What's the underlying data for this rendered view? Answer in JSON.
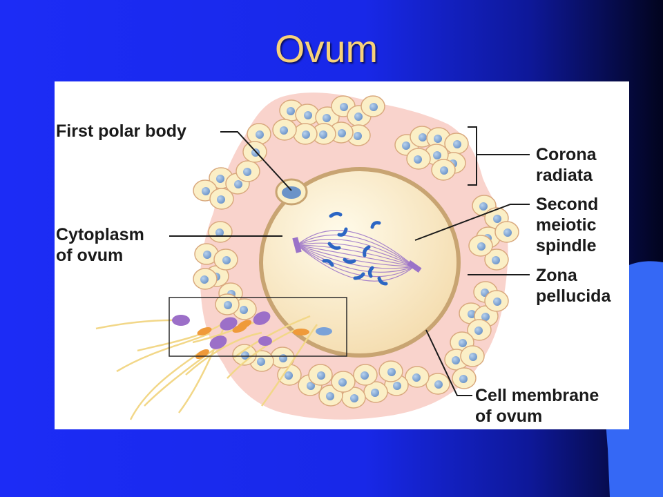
{
  "slide": {
    "title": "Ovum"
  },
  "figure": {
    "labels": {
      "first_polar_body": "First polar body",
      "cytoplasm_line1": "Cytoplasm",
      "cytoplasm_line2": "of ovum",
      "corona_line1": "Corona",
      "corona_line2": "radiata",
      "spindle_line1": "Second",
      "spindle_line2": "meiotic",
      "spindle_line3": "spindle",
      "zona_line1": "Zona",
      "zona_line2": "pellucida",
      "membrane_line1": "Cell membrane",
      "membrane_line2": "of ovum"
    },
    "colors": {
      "zona": "#f9d3cc",
      "follicle_cell": "#fbefc6",
      "nucleus": "#8aaed8",
      "cytoplasm": "#fcedc8",
      "membrane": "#c8a472",
      "spindle": "#9a72c8",
      "chromosome": "#2c66c4",
      "sperm_tail": "#f2d788"
    }
  }
}
